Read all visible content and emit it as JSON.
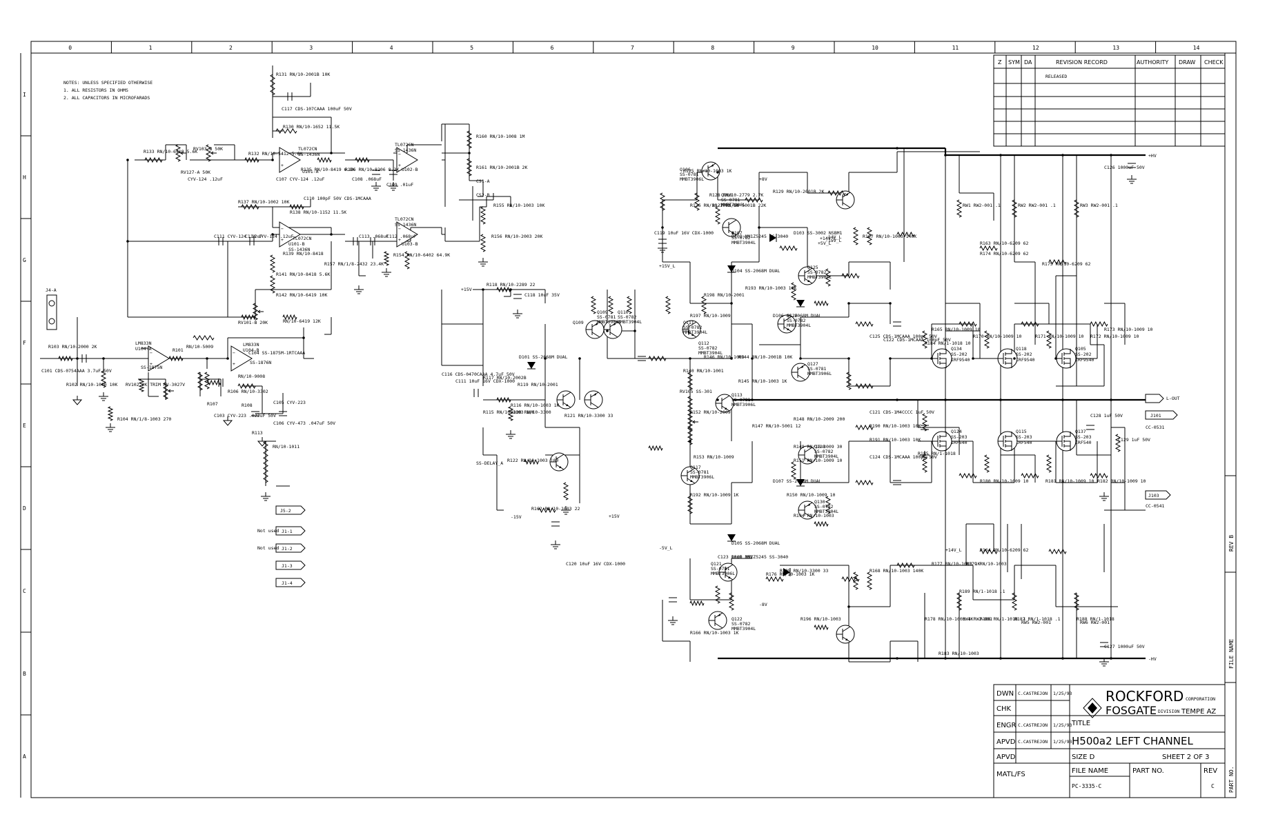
{
  "zone_columns": [
    "0",
    "1",
    "2",
    "3",
    "4",
    "5",
    "6",
    "7",
    "8",
    "9",
    "10",
    "11",
    "12",
    "13",
    "14"
  ],
  "zone_rows": [
    "I",
    "H",
    "G",
    "F",
    "E",
    "D",
    "C",
    "B",
    "A"
  ],
  "notes": {
    "line1": "NOTES: UNLESS SPECIFIED OTHERWISE",
    "line2": "1. ALL RESISTORS IN OHMS",
    "line3": "2. ALL CAPACITORS IN MICROFARADS"
  },
  "revision_block": {
    "headers": [
      "Z",
      "SYM",
      "DA",
      "REVISION RECORD",
      "AUTHORITY",
      "DRAW",
      "CHECK"
    ],
    "first_entry": "RELEASED"
  },
  "title_block": {
    "rows": [
      {
        "label": "DWN",
        "name": "C.CASTREJON",
        "date": "1/25/93"
      },
      {
        "label": "CHK",
        "name": "",
        "date": ""
      },
      {
        "label": "ENGR",
        "name": "C.CASTREJON",
        "date": "1/25/93"
      },
      {
        "label": "APVD",
        "name": "C.CASTREJON",
        "date": "1/25/93"
      },
      {
        "label": "APVD",
        "name": "",
        "date": ""
      }
    ],
    "company_line1": "ROCKFORD",
    "company_line1_suffix": "CORPORATION",
    "company_line2": "FOSGATE",
    "company_line2_suffix": "DIVISION",
    "location": "TEMPE AZ",
    "title_label": "TITLE",
    "title": "H500a2 LEFT CHANNEL",
    "size": "SIZE D",
    "sheet": "SHEET 2 OF 3",
    "matl": "MATL/FS",
    "file_name_label": "FILE NAME",
    "file_name": "PC-3335-C",
    "part_no_label": "PART NO.",
    "rev_label": "REV",
    "rev": "C"
  },
  "side_labels": {
    "rev": "REV B",
    "file_name": "FILE NAME",
    "part_no": "PART NO."
  },
  "connectors": {
    "input_jack": "J4-A",
    "j5_2": "J5-2",
    "j1_1": "J1-1",
    "j1_2": "J1-2",
    "j1_3": "J1-3",
    "j1_4": "J1-4",
    "not_used": "Not used",
    "l_out_arrow": "L-OUT",
    "l_out_conn": "J101",
    "l_out_part": "CC-0531",
    "gnd_conn": "J103",
    "gnd_part": "CC-0541",
    "ss_delay": "SS-DELAY_A"
  },
  "rails": {
    "plus_hv": "+HV",
    "minus_hv": "-HV",
    "plus_15v_l": "+15V_L",
    "minus_15v_l": "-15V_L",
    "plus_14v_l": "+14V_L",
    "minus_14v_l": "-14V_L",
    "plus_8v": "+8V",
    "minus_8v": "-8V",
    "plus_15v": "+15V",
    "minus_15v": "-15V",
    "plus_5v_l": "+5V_L",
    "minus_5v_l": "-5V_L"
  },
  "ics": {
    "u104a": {
      "part": "LM833N",
      "ref": "U104-A",
      "code": "SS-1875N"
    },
    "u104b": {
      "part": "LM833N",
      "ref": "U104-B",
      "code": "SS-1876N"
    },
    "u101a": {
      "part": "TL072CN",
      "ref": "U101-A",
      "code": "SS-1436N"
    },
    "u101b": {
      "part": "TL072CN",
      "ref": "U101-B",
      "code": "SS-1436N"
    },
    "u102b": {
      "part": "TL072CN",
      "ref": "U102-B",
      "code": "SS-1436N"
    },
    "u103b": {
      "part": "TL072CN",
      "ref": "U103-B",
      "code": "SS-1436N"
    }
  },
  "mosfets": [
    {
      "ref": "Q134",
      "code": "SS-202",
      "part": "IRF9540"
    },
    {
      "ref": "Q118",
      "code": "SS-202",
      "part": "IRF9540"
    },
    {
      "ref": "Q105",
      "code": "SS-202",
      "part": "IRF9540"
    },
    {
      "ref": "Q124",
      "code": "SS-203",
      "part": "IRF540"
    },
    {
      "ref": "Q115",
      "code": "SS-203",
      "part": "IRF540"
    },
    {
      "ref": "Q137",
      "code": "SS-203",
      "part": "IRF540"
    }
  ],
  "transistors": [
    {
      "ref": "Q106",
      "code": "SS-0781",
      "part": "MMBT3906L"
    },
    {
      "ref": "Q107",
      "code": "SS-0782",
      "part": "MMBT3904L"
    },
    {
      "ref": "Q108",
      "code": "SS-0781",
      "part": "MMBT3906L"
    },
    {
      "ref": "Q109",
      "code": "SS-0781",
      "part": "MMBT3906L"
    },
    {
      "ref": "Q110",
      "code": "SS-0782",
      "part": "MMBT3904L"
    },
    {
      "ref": "Q111",
      "code": "SS-0782",
      "part": "MMBT3904L"
    },
    {
      "ref": "Q112",
      "code": "SS-0782",
      "part": "MMBT3904L"
    },
    {
      "ref": "Q113",
      "code": "SS-0781",
      "part": "MMBT3906L"
    },
    {
      "ref": "Q117",
      "code": "SS-0781",
      "part": "MMBT3906L"
    },
    {
      "ref": "Q121",
      "code": "SS-0781",
      "part": "MMBT3906L"
    },
    {
      "ref": "Q122",
      "code": "SS-0782",
      "part": "MMBT3904L"
    },
    {
      "ref": "Q125",
      "code": "SS-0782",
      "part": "MMBT3904L"
    },
    {
      "ref": "Q126",
      "code": "SS-0782",
      "part": "MMBT3904L"
    },
    {
      "ref": "Q127",
      "code": "SS-0781",
      "part": "MMBT3906L"
    },
    {
      "ref": "Q128",
      "code": "SS-0782",
      "part": "MMBT3904L"
    },
    {
      "ref": "Q130",
      "code": "SS-0782",
      "part": "MMBT3904L"
    }
  ],
  "labels": {
    "r103": "R103 RN/10-2000 2K",
    "c101": "C101 CDS-0754AAA 3.7uF 50V",
    "r102": "R102 RN/10-1000 10K",
    "r104": "R104 RN/1/8-1003 270",
    "rv102": "RV102 2K TRIM RV-3027V",
    "r101": "R101",
    "r105": "RN/10-5009",
    "r106": "R106 RN/10-3302",
    "r107": "R107",
    "r109": "RN/10-9008",
    "r108": "R108",
    "c104": "C104 SS-1875M-1RTCAAA",
    "c105": "C105 CYV-223",
    "c106": "C106 CYV-473 .047uF 50V",
    "c103": "C103 CYV-223 .022uF 50V",
    "r113": "R113",
    "r114": "RN/10-1011",
    "r131": "R131 RN/10-2001B 10K",
    "c117": "C117 CDS-107CAAA 100uF 50V",
    "r130": "R130 RN/10-1652 11.5K",
    "r132": "R132 RN/10-5412 5.6K",
    "rv103": "RV103-B 50K",
    "rv127": "RV127-A 50K",
    "r133": "R133 RN/10-6419 5.6K",
    "c174": "CYV-124 .12uF",
    "c107": "C107 CYV-124 .12uF",
    "r135": "R135 RN/10-8419 6.8K",
    "r136": "R136 RN/10-8206 8.2K",
    "c108": "C108 .068uF",
    "c109": "C109 .01uF",
    "r160": "R160 RN/10-1008 1M",
    "r161": "R161 RN/10-2001B 2K",
    "cs1": "CS1-A",
    "cs2": "CS2-B",
    "r137": "R137 RN/10-1002 10K",
    "c110": "C110 100pF 50V CDS-1MCAAA",
    "r138": "R138 RN/10-1152 11.5K",
    "c111": "C111 CYV-124 .12uF",
    "c114": "C114 CYV-124 .12uF",
    "r139": "R139 RN/10-8418",
    "r141": "R141 RN/10-8418 5.6K",
    "r142": "R142 RN/10-6419 10K",
    "rv101": "RV101-B 20K",
    "r143": "RN/10-6419 12K",
    "c113": "C113 .068uF",
    "r157": "R157 RN/1/8-2432 23.4K",
    "c112": "C112 .068uF",
    "r154": "R154 RN/10-6402 64.9K",
    "r155": "R155 RN/10-1003 10K",
    "r156": "R156 RN/10-2003 20K",
    "r118": "R118 RN/10-2289 22",
    "c118": "C118 10uF 35V",
    "r117": "R117 RN/10-2002B",
    "r116": "R116 RN/10-1003 1K",
    "r115": "R115 RN/10-1003 10K",
    "c116": "C116 CDS-0470CAAA 4.7uF 50V",
    "r120": "R120 RN/10-3300",
    "r119": "R119 RN/10-2001",
    "c111b": "C111 10uF 16V CDX-1000",
    "r121": "R121 RN/10-3300 33",
    "r122": "R122 RN/10-1003 100",
    "d101": "D101 SS-2068M DUAL",
    "r162": "R162 RN/10-1003 22",
    "c120": "C120 10uF 16V CDX-1000",
    "q109": "Q109",
    "r125": "R125 RN/10-1003 1K",
    "c119": "C119 10uF 16V CDX-1000",
    "r126": "R126 RN/10-1003 1K",
    "r127": "R127 RN/10-5001B 22K",
    "r128": "R128 RN/10-2779 2.7K",
    "r129": "R129 RN/10-2001B 2K",
    "d103": "D103 SS-3002 NSBM1",
    "r147": "R147 RN/10-5001 12",
    "r146": "R146 RN/10-1009",
    "r144": "R144 RN/10-2001B 10K",
    "r145": "R145 RN/10-1003 1K",
    "r140": "R140 RN/10-1001",
    "rv105": "RV105 SS-301",
    "r148": "R148 RN/10-2009 200",
    "r149": "R149 RN/10-3009 30",
    "r150": "R150 RN/10-1009 10",
    "r151": "R151 RN/10-1009 10",
    "r152": "R152 RN/10-2009",
    "r153": "R153 RN/10-1009",
    "c121": "C121 CDS-1M4CCCC 1uF 50V",
    "c122": "C122 CDS-1MCAAA 100pF 50V",
    "c123": "C123 10uF 16V",
    "c124": "C124 CDS-1MCAAA 100pF 50V",
    "c125": "C125 CDS-1MCAAA 100pF 50V",
    "c126": "C126 1000uF 50V",
    "r163": "R163 RN/10-6209 62",
    "r164": "R164 RN/10-6209 62",
    "r165": "R165 RN/10-1009 10",
    "r166": "R166 RN/10-1003 1K",
    "r167": "R167 RN/10-1003 140K",
    "r168": "R168 RN/10-1003 140K",
    "r170": "R170 RN/10-1009 10",
    "r171": "R171 RN/10-1009 10",
    "r172": "R172 RN/10-1009 10",
    "r173": "R173 RN/10-1009 10",
    "r174": "R174 RN/10-6209 62",
    "r175": "R175 RN/10-6209 62",
    "r176": "R176 RN/10-1003 1K",
    "r177": "R177 RN/10-1003 1K",
    "r178": "R178 RN/10-1003 1K",
    "r179": "R179 RN/10-1003",
    "r180": "R180 RN/10-1009 10",
    "r181": "R181 RN/10-1009 10",
    "r182": "R182 RN/10-1009 10",
    "r183": "R183 RN/10-1003",
    "r184": "R184 RN/1-1018 10",
    "r185": "R185 RN/1-1018",
    "r186": "R186 RN/1-1018 .1",
    "r187": "R187 RN/1-1018 .1",
    "r188": "R188 RN/1-1018",
    "r189": "R189 RN/1-1018 .1",
    "rw1": "RW1 RW2-001 .1",
    "rw2": "RW2 RW2-001 .1",
    "rw3": "RW3 RW2-001 .1",
    "rw4": "RW4 RW2-001",
    "rw5": "RW5 RW2-001",
    "rw6": "RW6 RW2-001",
    "c127": "C127 1000uF 50V",
    "c128": "C128 1uF 50V",
    "c129": "C129 1uF 50V",
    "r190": "R190 RN/10-1003 10K",
    "r191": "R191 RN/10-1003 10K",
    "r192": "R192 RN/10-1009 1K",
    "d104": "D104 SS-2068M DUAL",
    "d105": "D105 SS-2068M DUAL",
    "d106": "D106 SS-2068M DUAL",
    "d107": "D107 SS-2068M DUAL",
    "d108": "D108 MM1Z5245 SS-3040",
    "d109": "D109 MM1Z5245 SS-3040",
    "r193": "R193 RN/10-1003 10K",
    "r194": "R194 RN/10-1003",
    "r195": "R195 RN/10-3300 33",
    "r196": "R196 RN/10-1003",
    "r197": "R197 RN/10-1009",
    "r198": "R198 RN/10-2001"
  }
}
